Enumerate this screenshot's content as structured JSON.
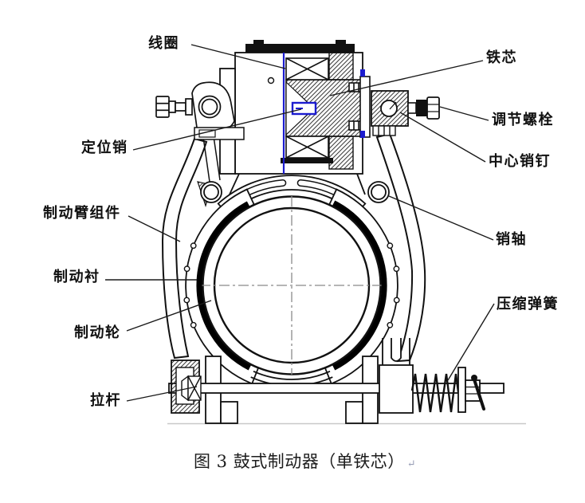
{
  "figure": {
    "caption": "图 3 鼓式制动器（单铁芯）",
    "return_mark": "↵"
  },
  "labels": [
    {
      "id": "coil",
      "text": "线圈"
    },
    {
      "id": "iron-core",
      "text": "铁芯"
    },
    {
      "id": "adjusting-bolt",
      "text": "调节螺栓"
    },
    {
      "id": "center-pin",
      "text": "中心销钉"
    },
    {
      "id": "locating-pin",
      "text": "定位销"
    },
    {
      "id": "brake-arm-assembly",
      "text": "制动臂组件"
    },
    {
      "id": "pin-shaft",
      "text": "销轴"
    },
    {
      "id": "brake-lining",
      "text": "制动衬"
    },
    {
      "id": "compression-spring",
      "text": "压缩弹簧"
    },
    {
      "id": "brake-wheel",
      "text": "制动轮"
    },
    {
      "id": "pull-rod",
      "text": "拉杆"
    }
  ],
  "palette": {
    "outline": "#141414",
    "accent_blue": "#1c1ccf",
    "lining_black": "#000000",
    "centerline_gray": "#8a8a8a"
  }
}
